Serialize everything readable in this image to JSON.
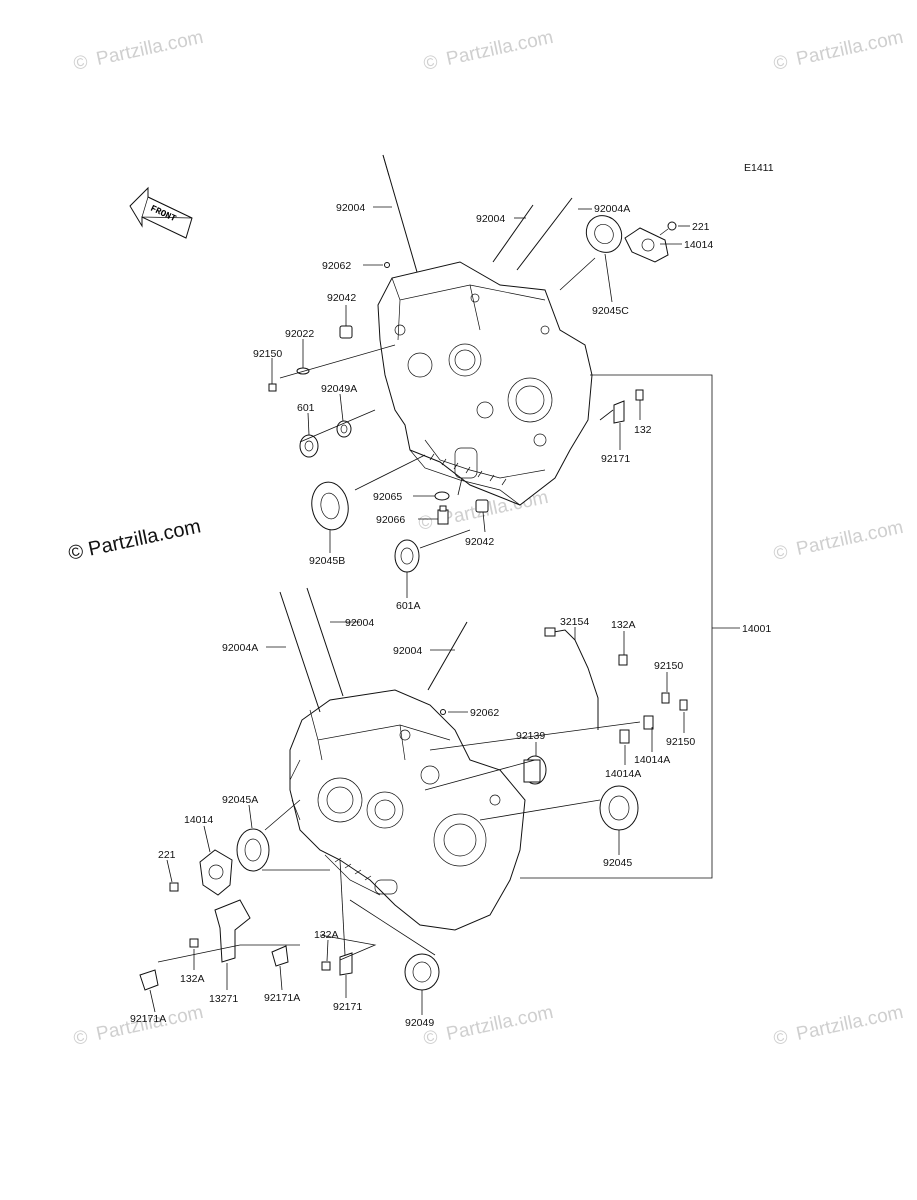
{
  "diagram_id": "E1411",
  "front_label": "FRONT",
  "watermarks": {
    "small": "Partzilla.com",
    "copyright_symbol": "©",
    "large": "© Partzilla.com"
  },
  "labels": {
    "p92004_top": "92004",
    "p92004_top2": "92004",
    "p92004A_top": "92004A",
    "p221_top": "221",
    "p14014_top": "14014",
    "p92062_top": "92062",
    "p92045C": "92045C",
    "p92042_top": "92042",
    "p92022": "92022",
    "p92150_left": "92150",
    "p92049A": "92049A",
    "p601": "601",
    "p132_top": "132",
    "p92171_top": "92171",
    "p92065": "92065",
    "p92066": "92066",
    "p92042_mid": "92042",
    "p92045B": "92045B",
    "p601A": "601A",
    "p32154": "32154",
    "p132A_right": "132A",
    "p14001": "14001",
    "p92004_mid1": "92004",
    "p92004A_mid": "92004A",
    "p92004_mid2": "92004",
    "p92062_mid": "92062",
    "p92150_r1": "92150",
    "p92139": "92139",
    "p14014A_r1": "14014A",
    "p92150_r2": "92150",
    "p14014A_r2": "14014A",
    "p92045A": "92045A",
    "p14014_bot": "14014",
    "p92045": "92045",
    "p221_bot": "221",
    "p132A_bot": "132A",
    "p132A_left": "132A",
    "p13271": "13271",
    "p92171A_mid": "92171A",
    "p92171_bot": "92171",
    "p92049": "92049",
    "p92171A_left": "92171A"
  }
}
